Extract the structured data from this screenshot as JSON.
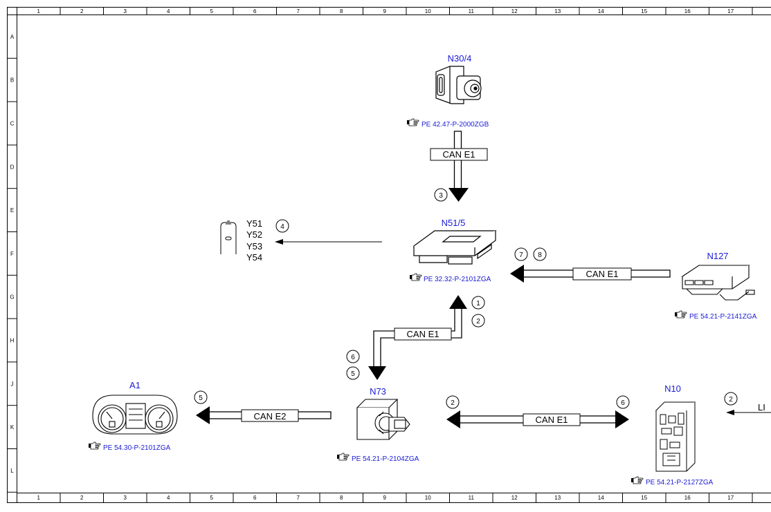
{
  "frame": {
    "columns": [
      "1",
      "2",
      "3",
      "4",
      "5",
      "6",
      "7",
      "8",
      "9",
      "10",
      "11",
      "12",
      "13",
      "14",
      "15",
      "16",
      "17"
    ],
    "rows": [
      "A",
      "B",
      "C",
      "D",
      "E",
      "F",
      "G",
      "H",
      "J",
      "K",
      "L"
    ]
  },
  "components": {
    "n30_4": {
      "label": "N30/4",
      "ref": "PE 42.47-P-2000ZGB"
    },
    "n51_5": {
      "label": "N51/5",
      "ref": "PE 32.32-P-2101ZGA"
    },
    "n127": {
      "label": "N127",
      "ref": "PE 54.21-P-2141ZGA"
    },
    "a1": {
      "label": "A1",
      "ref": "PE 54.30-P-2101ZGA"
    },
    "n73": {
      "label": "N73",
      "ref": "PE 54.21-P-2104ZGA"
    },
    "n10": {
      "label": "N10",
      "ref": "PE 54.21-P-2127ZGA"
    }
  },
  "solenoids": [
    "Y51",
    "Y52",
    "Y53",
    "Y54"
  ],
  "buses": {
    "n30_to_n51": "CAN E1",
    "n127_to_n51": "CAN E1",
    "n73_n51": "CAN E1",
    "n73_to_a1": "CAN E2",
    "n73_n10": "CAN E1"
  },
  "steps": {
    "s3": "3",
    "s4": "4",
    "s7": "7",
    "s8": "8",
    "s1": "1",
    "s2_up": "2",
    "s6_down": "6",
    "s5_down": "5",
    "s5_a1": "5",
    "s2_left": "2",
    "s6_right": "6",
    "s2_n10": "2"
  },
  "offscreen_label": "LI",
  "icons": {
    "reference": "pointing-hand-icon"
  },
  "colors": {
    "label": "#1a1ad6",
    "line": "#000000",
    "paper": "#ffffff"
  }
}
